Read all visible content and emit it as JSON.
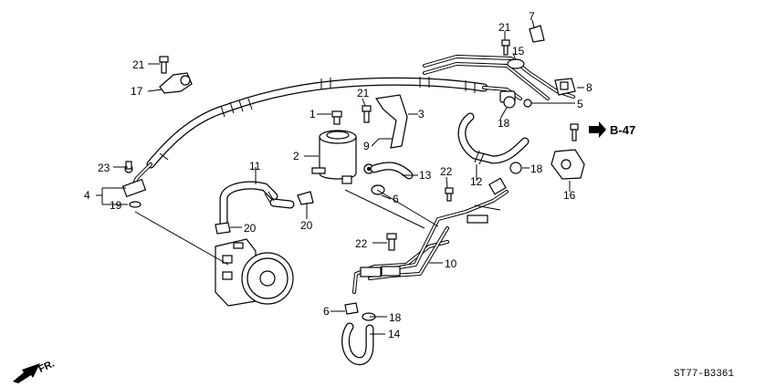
{
  "diagram_code": "ST77-B3361",
  "direction_label": "FR.",
  "reference": "B-47",
  "callouts": {
    "c1": "1",
    "c2": "2",
    "c3": "3",
    "c4": "4",
    "c5": "5",
    "c6a": "6",
    "c6b": "6",
    "c7": "7",
    "c8": "8",
    "c9": "9",
    "c10": "10",
    "c11": "11",
    "c12": "12",
    "c13": "13",
    "c14": "14",
    "c15": "15",
    "c16": "16",
    "c17": "17",
    "c18a": "18",
    "c18b": "18",
    "c18c": "18",
    "c19": "19",
    "c20a": "20",
    "c20b": "20",
    "c21a": "21",
    "c21b": "21",
    "c21c": "21",
    "c22a": "22",
    "c22b": "22",
    "c23": "23"
  }
}
